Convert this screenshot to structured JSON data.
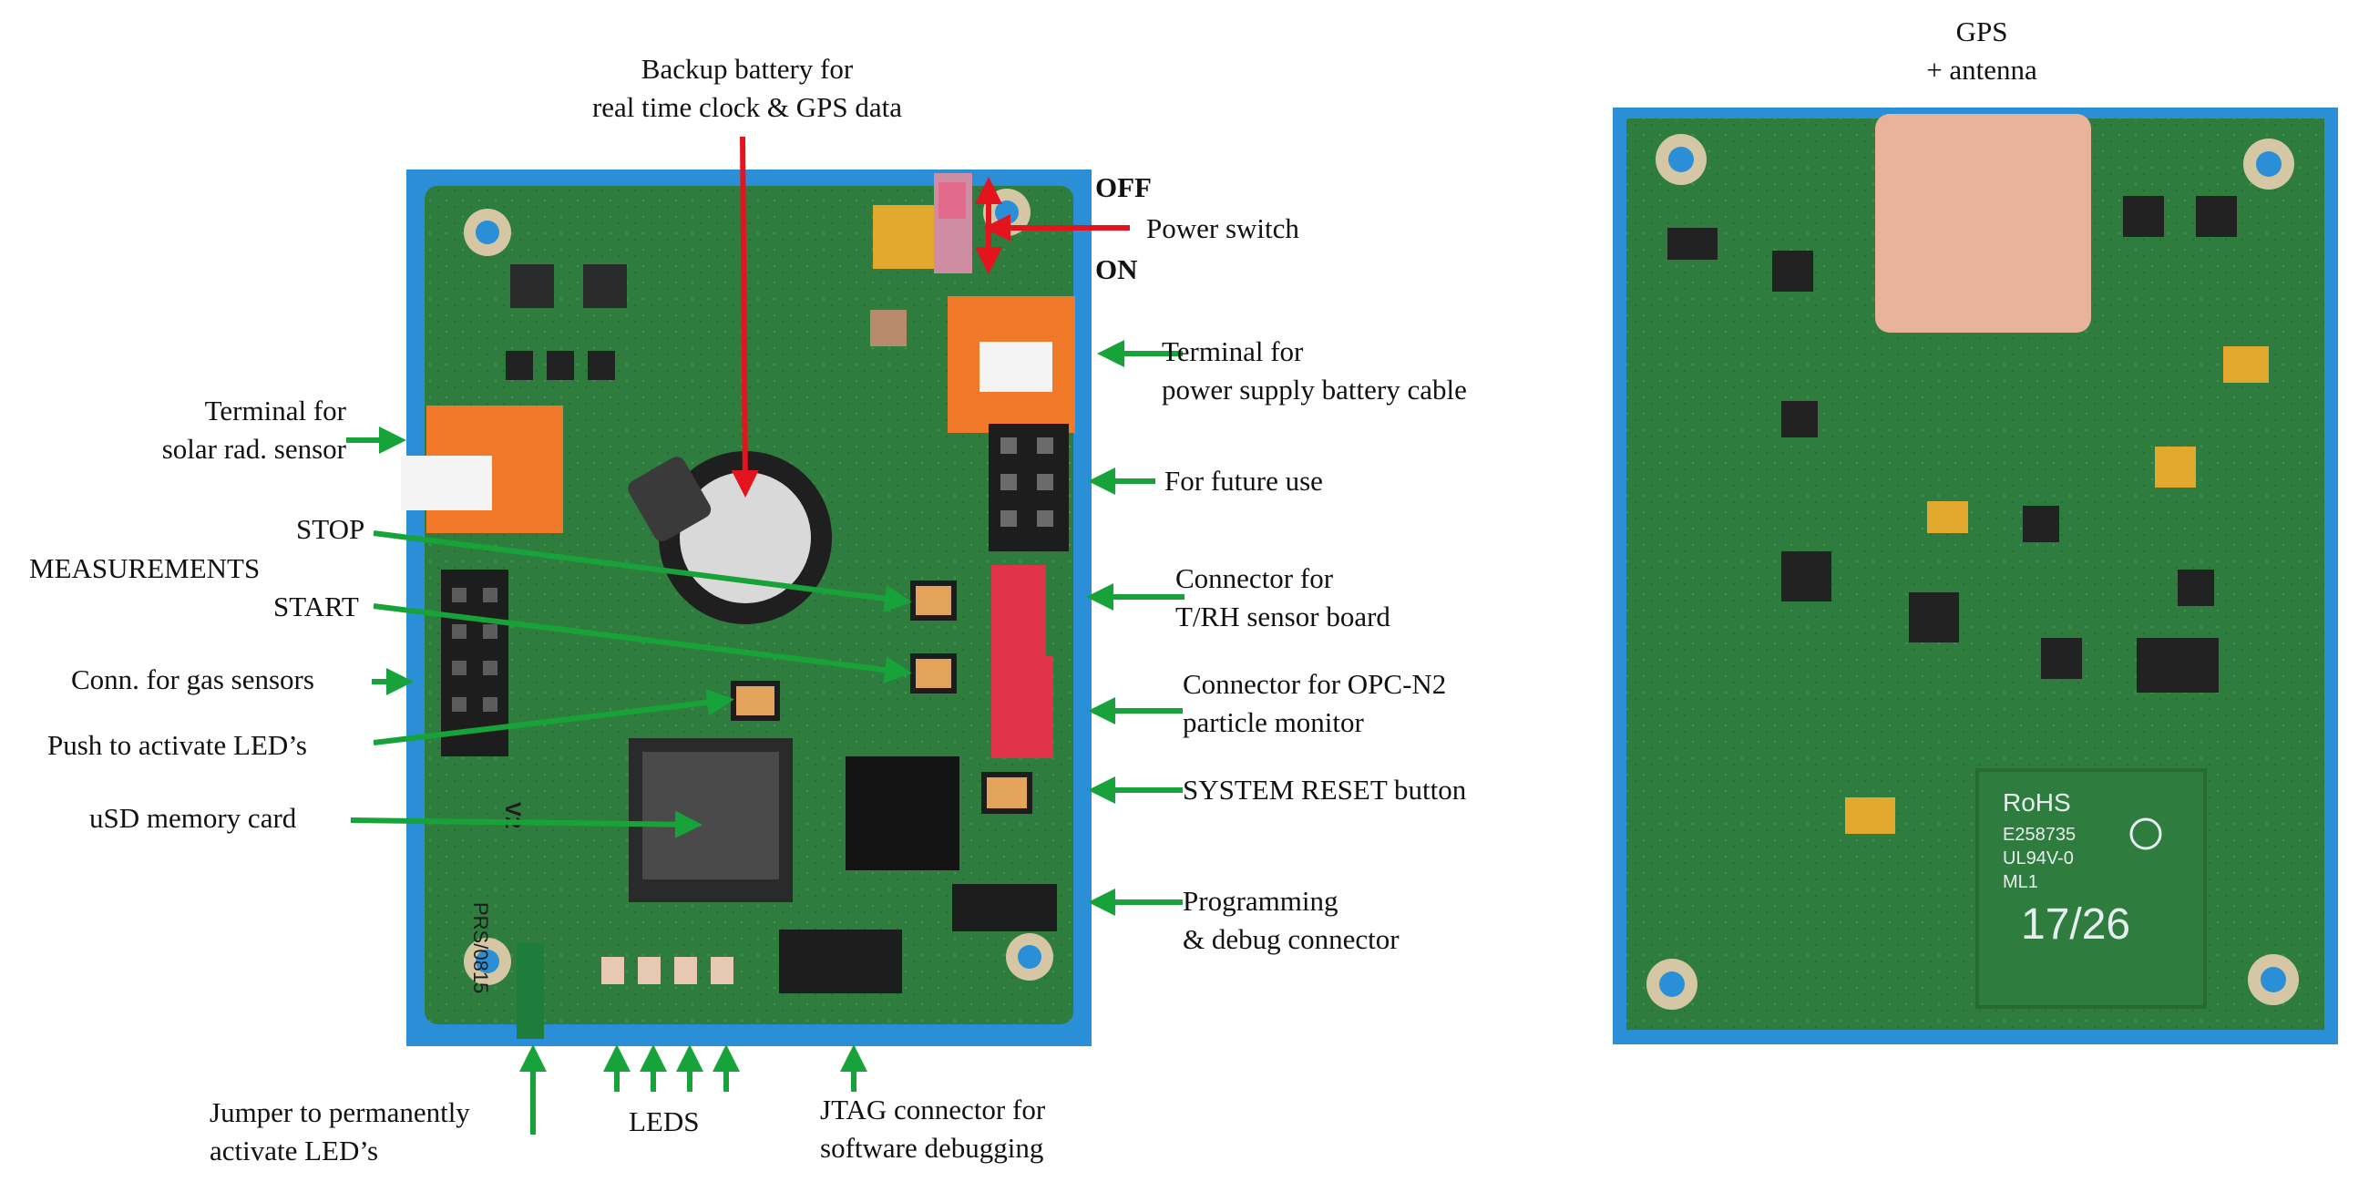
{
  "colors": {
    "pcb_green": "#2f7d3e",
    "board_border": "#2a8fd6",
    "arrow_green": "#18a33a",
    "arrow_red": "#e4141e",
    "connector_orange": "#f07a2a",
    "connector_red": "#e0344a",
    "gps_module": "#e8b39a"
  },
  "labels": {
    "backup_battery": [
      "Backup battery for",
      "real time clock & GPS data"
    ],
    "off": "OFF",
    "on": "ON",
    "power_switch": "Power switch",
    "terminal_power": [
      "Terminal for",
      "power supply battery cable"
    ],
    "terminal_solar": [
      "Terminal for",
      "solar rad. sensor"
    ],
    "future_use": "For future use",
    "stop": "STOP",
    "measurements": "MEASUREMENTS",
    "start": "START",
    "connector_trh": [
      "Connector for",
      "T/RH sensor board"
    ],
    "conn_gas": "Conn. for gas sensors",
    "connector_opc": [
      "Connector for OPC-N2",
      "particle monitor"
    ],
    "push_leds": "Push to activate LED’s",
    "system_reset": "SYSTEM RESET button",
    "usd_card": "uSD memory card",
    "programming": [
      "Programming",
      "& debug connector"
    ],
    "jumper": [
      "Jumper to permanently",
      "activate LED’s"
    ],
    "leds": "LEDS",
    "jtag": [
      "JTAG connector for",
      "software debugging"
    ],
    "gps": [
      "GPS",
      "+ antenna"
    ]
  },
  "board_markings": {
    "main_board_code": "PRS/0815",
    "main_board_rev": "V2",
    "gps_rohs": "RoHS",
    "gps_code1": "E258735",
    "gps_code2": "UL94V-0",
    "gps_code3": "ML1",
    "gps_number": "17/26"
  }
}
